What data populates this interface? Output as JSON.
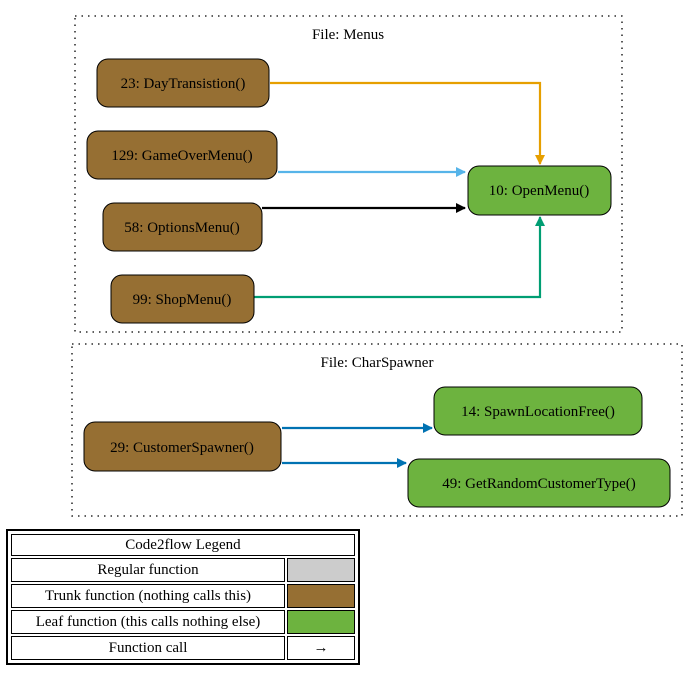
{
  "colors": {
    "trunk": "#966F33",
    "leaf": "#6db33f",
    "regular": "#cccccc",
    "edge_orange": "#E69F00",
    "edge_skyblue": "#56B4E9",
    "edge_black": "#000000",
    "edge_green": "#009E73",
    "edge_blue": "#0072B2"
  },
  "clusters": [
    {
      "id": "menus",
      "title": "File: Menus"
    },
    {
      "id": "charspawner",
      "title": "File: CharSpawner"
    }
  ],
  "nodes": [
    {
      "id": "day",
      "label": "23: DayTransistion()",
      "kind": "trunk"
    },
    {
      "id": "gameover",
      "label": "129: GameOverMenu()",
      "kind": "trunk"
    },
    {
      "id": "options",
      "label": "58: OptionsMenu()",
      "kind": "trunk"
    },
    {
      "id": "shop",
      "label": "99: ShopMenu()",
      "kind": "trunk"
    },
    {
      "id": "openmenu",
      "label": "10: OpenMenu()",
      "kind": "leaf"
    },
    {
      "id": "customer",
      "label": "29: CustomerSpawner()",
      "kind": "trunk"
    },
    {
      "id": "spawnfree",
      "label": "14: SpawnLocationFree()",
      "kind": "leaf"
    },
    {
      "id": "randtype",
      "label": "49: GetRandomCustomerType()",
      "kind": "leaf"
    }
  ],
  "edges": [
    {
      "from": "day",
      "to": "openmenu",
      "color": "#E69F00"
    },
    {
      "from": "gameover",
      "to": "openmenu",
      "color": "#56B4E9"
    },
    {
      "from": "options",
      "to": "openmenu",
      "color": "#000000"
    },
    {
      "from": "shop",
      "to": "openmenu",
      "color": "#009E73"
    },
    {
      "from": "customer",
      "to": "spawnfree",
      "color": "#0072B2"
    },
    {
      "from": "customer",
      "to": "randtype",
      "color": "#0072B2"
    }
  ],
  "legend": {
    "title": "Code2flow Legend",
    "rows": [
      {
        "label": "Regular function",
        "swatch": "#cccccc"
      },
      {
        "label": "Trunk function (nothing calls this)",
        "swatch": "#966F33"
      },
      {
        "label": "Leaf function (this calls nothing else)",
        "swatch": "#6db33f"
      },
      {
        "label": "Function call",
        "symbol": "→"
      }
    ]
  }
}
